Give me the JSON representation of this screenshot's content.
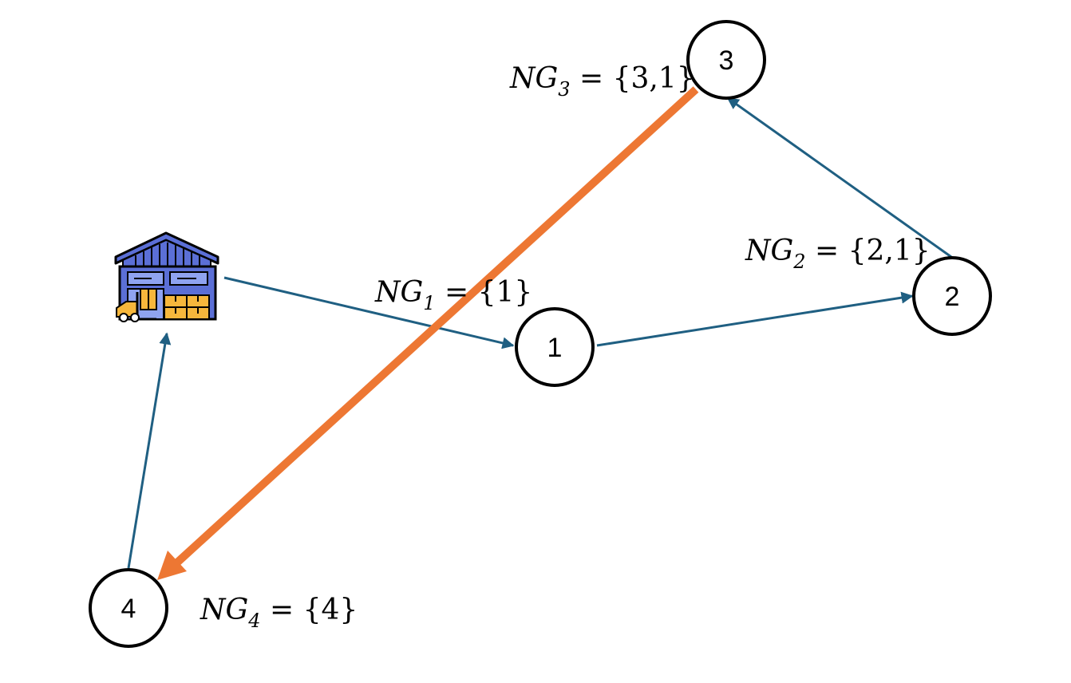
{
  "nodes": [
    {
      "id": "1",
      "label": "1"
    },
    {
      "id": "2",
      "label": "2"
    },
    {
      "id": "3",
      "label": "3"
    },
    {
      "id": "4",
      "label": "4"
    }
  ],
  "depot_icon": "warehouse-forklift-icon",
  "annotations": [
    {
      "node": "1",
      "prefix": "NG",
      "sub": "1",
      "set": " = {1}"
    },
    {
      "node": "2",
      "prefix": "NG",
      "sub": "2",
      "set": " = {2,1}"
    },
    {
      "node": "3",
      "prefix": "NG",
      "sub": "3",
      "set": " = {3,1}"
    },
    {
      "node": "4",
      "prefix": "NG",
      "sub": "4",
      "set": " = {4}"
    }
  ],
  "edges": [
    {
      "from": "depot",
      "to": "1",
      "style": "route"
    },
    {
      "from": "1",
      "to": "2",
      "style": "route"
    },
    {
      "from": "2",
      "to": "3",
      "style": "route"
    },
    {
      "from": "3",
      "to": "4",
      "style": "highlight"
    },
    {
      "from": "4",
      "to": "depot",
      "style": "route"
    }
  ],
  "colors": {
    "route": "#1f5f82",
    "highlight": "#ed7733",
    "node_stroke": "#000000",
    "warehouse_blue": "#5b6fd6",
    "warehouse_light": "#8fa3f0",
    "box_yellow": "#f6b73c"
  }
}
